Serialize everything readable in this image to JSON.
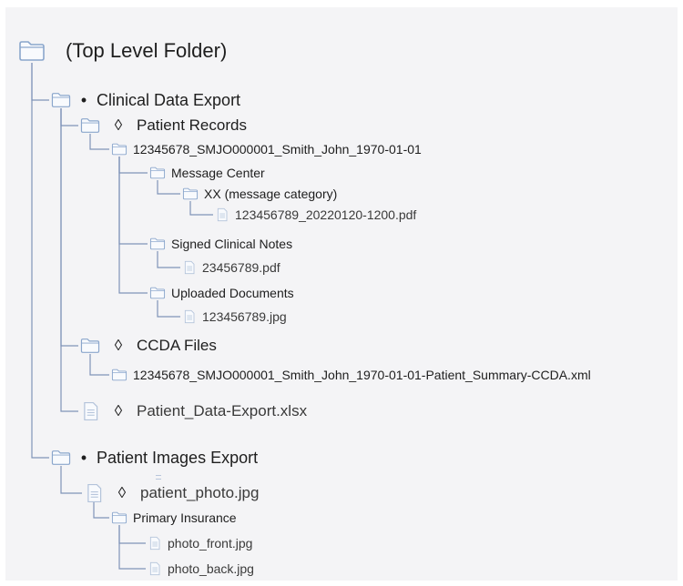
{
  "tree": {
    "root": {
      "label": "(Top Level Folder)",
      "icon": "folder-icon"
    },
    "clinical_data_export": {
      "label": "Clinical Data Export",
      "bullet": "•",
      "icon": "folder-icon"
    },
    "patient_records": {
      "label": "Patient Records",
      "bullet": "◊",
      "icon": "folder-icon"
    },
    "patient_folder": {
      "label": "12345678_SMJO000001_Smith_John_1970-01-01",
      "icon": "folder-icon"
    },
    "message_center": {
      "label": "Message Center",
      "icon": "folder-icon"
    },
    "message_category": {
      "label": "XX (message category)",
      "icon": "folder-icon"
    },
    "message_pdf": {
      "label": "123456789_20220120-1200.pdf",
      "icon": "document-icon"
    },
    "signed_clinical_notes": {
      "label": "Signed Clinical Notes",
      "icon": "folder-icon"
    },
    "notes_pdf": {
      "label": "23456789.pdf",
      "icon": "document-icon"
    },
    "uploaded_documents": {
      "label": "Uploaded Documents",
      "icon": "folder-icon"
    },
    "uploaded_jpg": {
      "label": "123456789.jpg",
      "icon": "document-icon"
    },
    "ccda_files": {
      "label": "CCDA Files",
      "bullet": "◊",
      "icon": "folder-icon"
    },
    "ccda_xml": {
      "label": "12345678_SMJO000001_Smith_John_1970-01-01-Patient_Summary-CCDA.xml",
      "icon": "folder-icon"
    },
    "data_export_xlsx": {
      "label": "Patient_Data-Export.xlsx",
      "bullet": "◊",
      "icon": "document-icon"
    },
    "patient_images_export": {
      "label": "Patient Images Export",
      "bullet": "•",
      "icon": "folder-icon"
    },
    "patient_photo": {
      "label": "patient_photo.jpg",
      "bullet": "◊",
      "icon": "document-icon"
    },
    "primary_insurance": {
      "label": "Primary Insurance",
      "icon": "folder-icon"
    },
    "photo_front": {
      "label": "photo_front.jpg",
      "icon": "document-icon"
    },
    "photo_back": {
      "label": "photo_back.jpg",
      "icon": "document-icon"
    }
  },
  "colors": {
    "connector": "#7f93b8",
    "folder_stroke": "#8aa6cc",
    "folder_fill": "#f8fafd",
    "doc_stroke": "#b3c3da",
    "doc_fill": "#f8fafd",
    "canvas": "#f4f4f6"
  }
}
